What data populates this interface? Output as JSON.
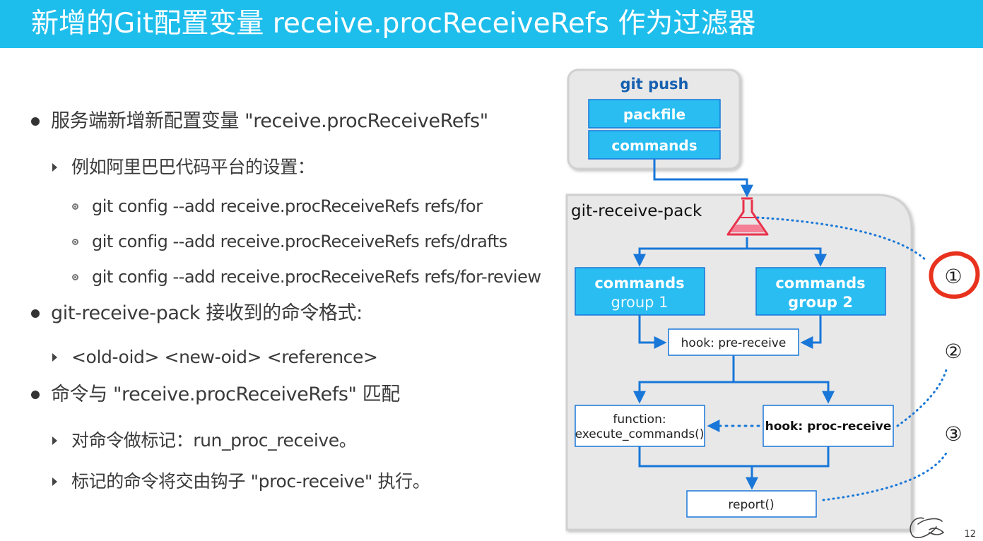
{
  "title": "新增的Git配置变量 receive.procReceiveRefs 作为过滤器",
  "bullets": [
    {
      "level": 1,
      "text": "服务端新增新配置变量 \"receive.procReceiveRefs\""
    },
    {
      "level": 2,
      "text": "例如阿里巴巴代码平台的设置："
    },
    {
      "level": 3,
      "text": "git config --add receive.procReceiveRefs refs/for"
    },
    {
      "level": 3,
      "text": "git config --add receive.procReceiveRefs refs/drafts"
    },
    {
      "level": 3,
      "text": "git config --add receive.procReceiveRefs refs/for-review"
    },
    {
      "level": 1,
      "text": "git-receive-pack 接收到的命令格式:"
    },
    {
      "level": 2,
      "text": "<old-oid> <new-oid> <reference>"
    },
    {
      "level": 1,
      "text": "命令与  \"receive.procReceiveRefs\" 匹配"
    },
    {
      "level": 2,
      "text": "对命令做标记：run_proc_receive。"
    },
    {
      "level": 2,
      "text": "标记的命令将交由钩子 \"proc-receive\" 执行。"
    }
  ],
  "diagram": {
    "git_push": {
      "title": "git push",
      "packfile": "packfile",
      "commands": "commands"
    },
    "receive_pack": {
      "title": "git-receive-pack",
      "filter_icon": "flask-icon",
      "group1": {
        "line1": "commands",
        "line2": "group 1"
      },
      "group2": {
        "line1": "commands",
        "line2": "group 2"
      },
      "pre_receive": "hook: pre-receive",
      "function": {
        "line1": "function:",
        "line2": "execute_commands()"
      },
      "proc_receive": "hook: proc-receive",
      "report": "report()"
    },
    "steps": [
      "①",
      "②",
      "③"
    ]
  },
  "colors": {
    "accent": "#1ebeec",
    "box_fill": "#29bdf2",
    "arrow": "#1877d8",
    "panel": "#e8e8e8",
    "step_highlight": "#e8321e",
    "flask": "#e8324c"
  },
  "logo": "alibaba-logo",
  "page_number": "12"
}
